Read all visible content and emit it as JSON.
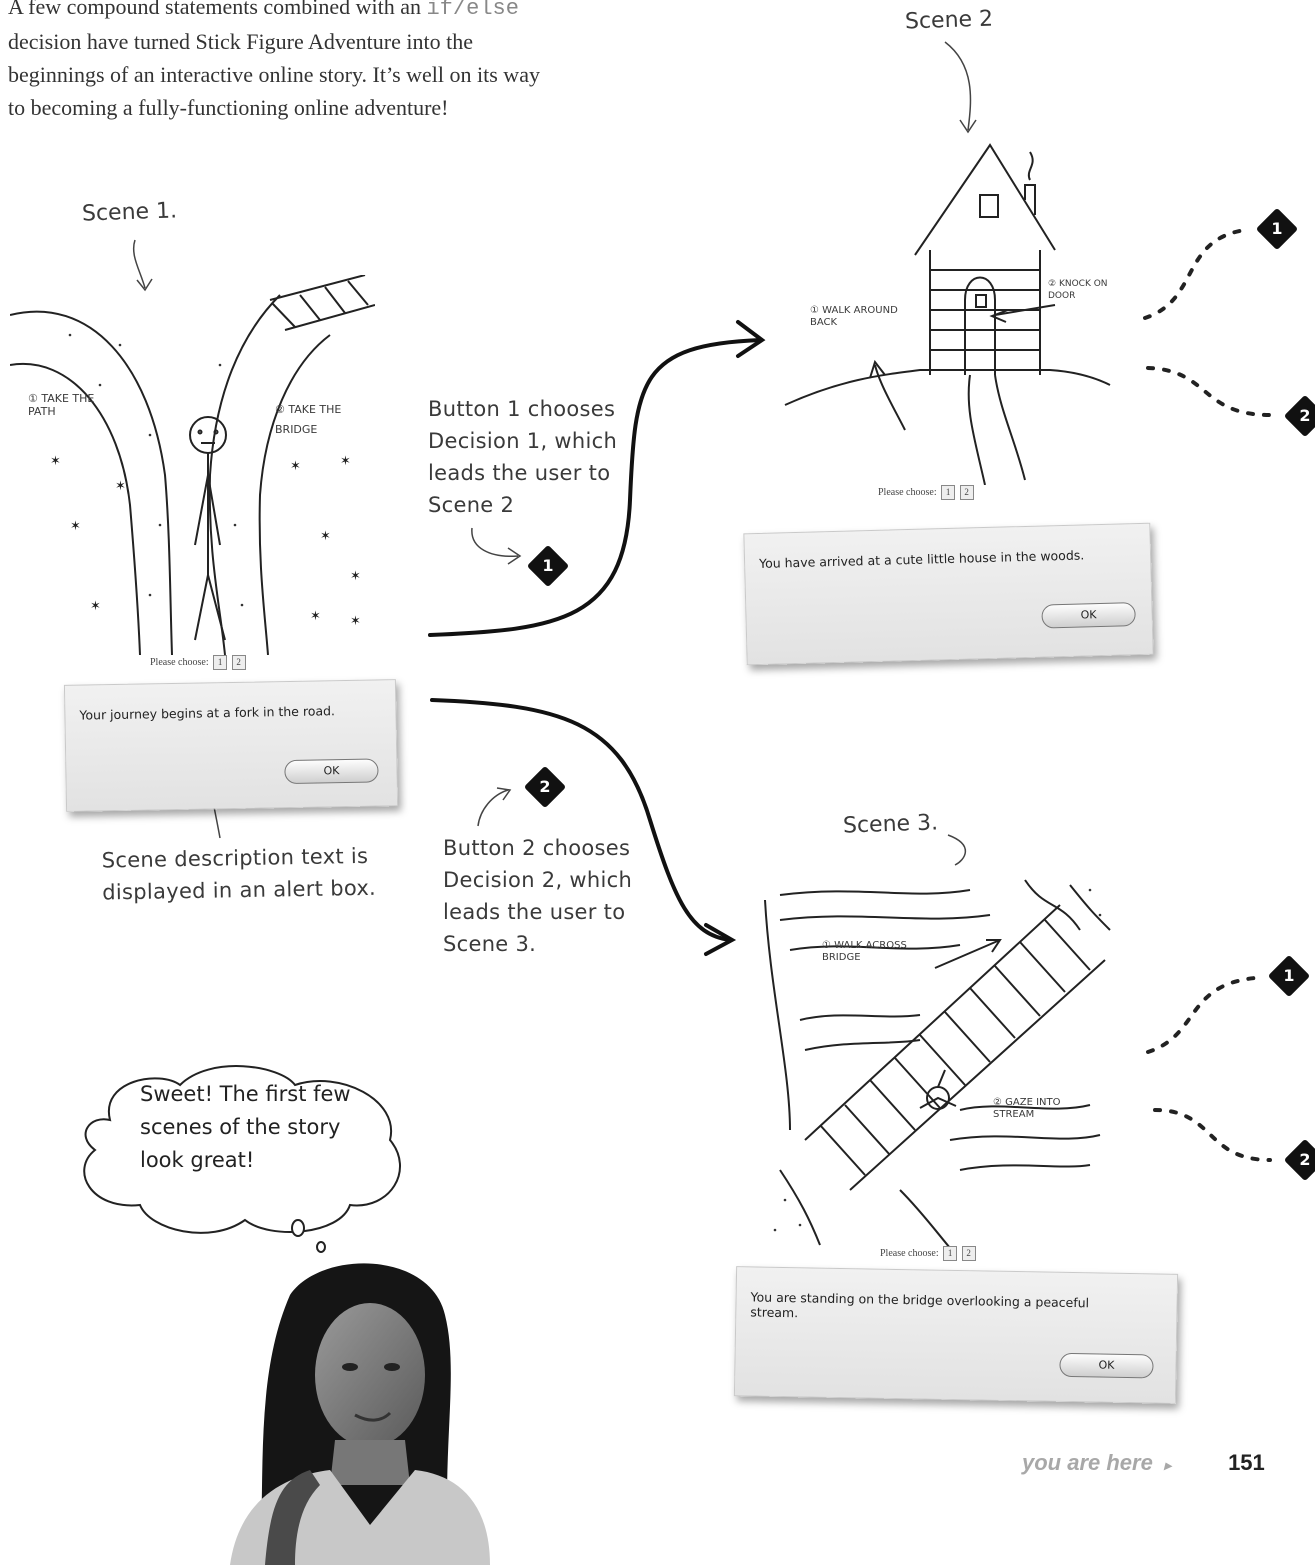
{
  "intro": {
    "line1_pre": "A few compound statements combined with an ",
    "line1_code": "if/else",
    "line2": "decision have turned Stick Figure Adventure into the",
    "line3": "beginnings of an interactive online story. It’s well on its way",
    "line4": "to becoming a fully-functioning online adventure!"
  },
  "scene1": {
    "label": "Scene 1.",
    "option1_num": "①",
    "option1_text": "TAKE THE PATH",
    "option2_num": "②",
    "option2_text": "TAKE THE BRIDGE",
    "prompt": "Please choose:",
    "btn1": "1",
    "btn2": "2",
    "alert_message": "Your journey begins at a fork in the road.",
    "alert_ok": "OK",
    "annotation": "Scene description text is displayed in an alert box."
  },
  "scene2": {
    "label": "Scene 2",
    "option1_num": "①",
    "option1_text": "WALK AROUND BACK",
    "option2_num": "②",
    "option2_text": "KNOCK ON DOOR",
    "prompt": "Please choose:",
    "btn1": "1",
    "btn2": "2",
    "alert_message": "You have arrived at a cute little house in the woods.",
    "alert_ok": "OK"
  },
  "scene3": {
    "label": "Scene 3.",
    "option1_num": "①",
    "option1_text": "WALK ACROSS BRIDGE",
    "option2_num": "②",
    "option2_text": "GAZE INTO STREAM",
    "prompt": "Please choose:",
    "btn1": "1",
    "btn2": "2",
    "alert_message": "You are standing on the bridge overlooking a peaceful stream.",
    "alert_ok": "OK"
  },
  "callouts": {
    "decision1": "Button 1 chooses Decision 1, which leads the user to Scene 2",
    "decision2": "Button 2 chooses Decision 2, which leads the user to Scene 3."
  },
  "badges": {
    "one": "1",
    "two": "2"
  },
  "thought": {
    "text": "Sweet! The first few scenes of the story look great!"
  },
  "footer": {
    "you_are_here": "you are here",
    "arrow": "▸",
    "page_number": "151"
  }
}
